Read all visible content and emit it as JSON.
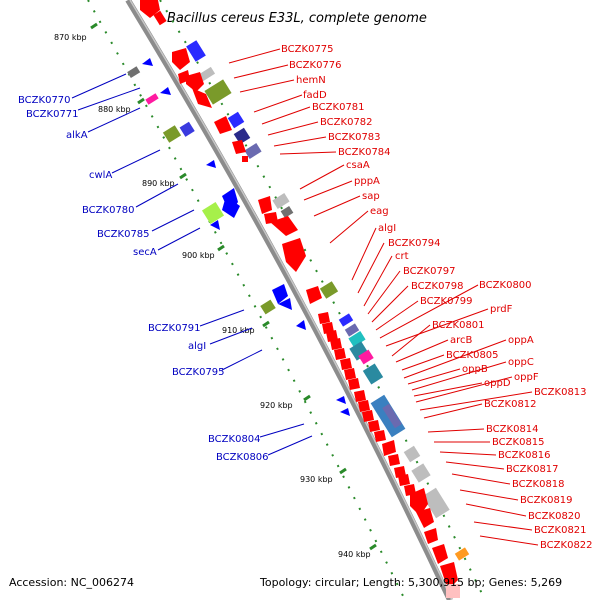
{
  "title": "Bacillus cereus E33L, complete genome",
  "footer": {
    "accession": "Accession: NC_006274",
    "topology": "Topology: circular; Length: 5,300,915 bp; Genes: 5,269"
  },
  "ticks": [
    "870 kbp",
    "880 kbp",
    "890 kbp",
    "900 kbp",
    "910 kbp",
    "920 kbp",
    "930 kbp",
    "940 kbp"
  ],
  "right_labels": [
    "BCZK0775",
    "BCZK0776",
    "hemN",
    "fadD",
    "BCZK0781",
    "BCZK0782",
    "BCZK0783",
    "BCZK0784",
    "csaA",
    "pppA",
    "sap",
    "eag",
    "algI",
    "BCZK0794",
    "crt",
    "BCZK0797",
    "BCZK0798",
    "BCZK0799",
    "BCZK0800",
    "prdF",
    "BCZK0801",
    "arcB",
    "BCZK0805",
    "oppA",
    "oppB",
    "oppC",
    "oppD",
    "oppF",
    "BCZK0813",
    "BCZK0812",
    "BCZK0814",
    "BCZK0815",
    "BCZK0816",
    "BCZK0817",
    "BCZK0818",
    "BCZK0819",
    "BCZK0820",
    "BCZK0821",
    "BCZK0822"
  ],
  "left_labels": [
    "BCZK0770",
    "BCZK0771",
    "alkA",
    "cwlA",
    "BCZK0780",
    "BCZK0785",
    "secA",
    "BCZK0791",
    "algI",
    "BCZK0795",
    "BCZK0804",
    "BCZK0806"
  ],
  "colors": {
    "backbone": "#8c8c8c",
    "forward_gene": "#ff0000",
    "reverse_gene": "#0000ff",
    "right_label": "#e00000",
    "left_label": "#0000c0",
    "tick": "#2a8a2a"
  }
}
